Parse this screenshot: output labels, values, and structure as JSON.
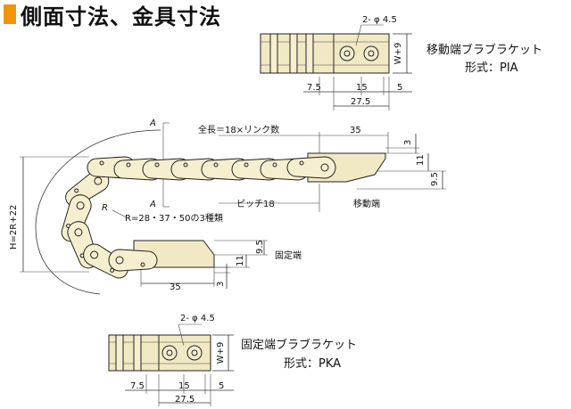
{
  "title": "側面寸法、金具寸法",
  "pia_bracket": {
    "hole_label": "2- φ 4.5",
    "width_label": "W+9",
    "name": "移動端ブラブラケット",
    "type": "形式：PIA",
    "dim_left": "7.5",
    "dim_mid": "15",
    "dim_right": "5",
    "dim_total": "27.5"
  },
  "side_view": {
    "section_a_top": "A",
    "section_a_bottom": "A",
    "total_length": "全長＝18×リンク数",
    "dim_35_top": "35",
    "dim_3_top": "3",
    "dim_11_top": "11",
    "dim_9_5_top": "9.5",
    "pitch": "ピッチ18",
    "moving_end": "移動端",
    "radius_r": "R",
    "radius_values": "R=28・37・50の3種類",
    "height": "H=2R+22",
    "dim_9_5_bottom": "9.5",
    "fixed_end": "固定端",
    "dim_11_bottom": "11",
    "dim_35_bottom": "35",
    "dim_3_bottom": "3"
  },
  "pka_bracket": {
    "hole_label": "2- φ 4.5",
    "width_label": "W+9",
    "name": "固定端ブラブラケット",
    "type": "形式：PKA",
    "dim_left": "7.5",
    "dim_mid": "15",
    "dim_right": "5",
    "dim_total": "27.5"
  },
  "colors": {
    "title_marker": "#f29400",
    "link_fill": "#f6efcf",
    "line": "#222222"
  }
}
